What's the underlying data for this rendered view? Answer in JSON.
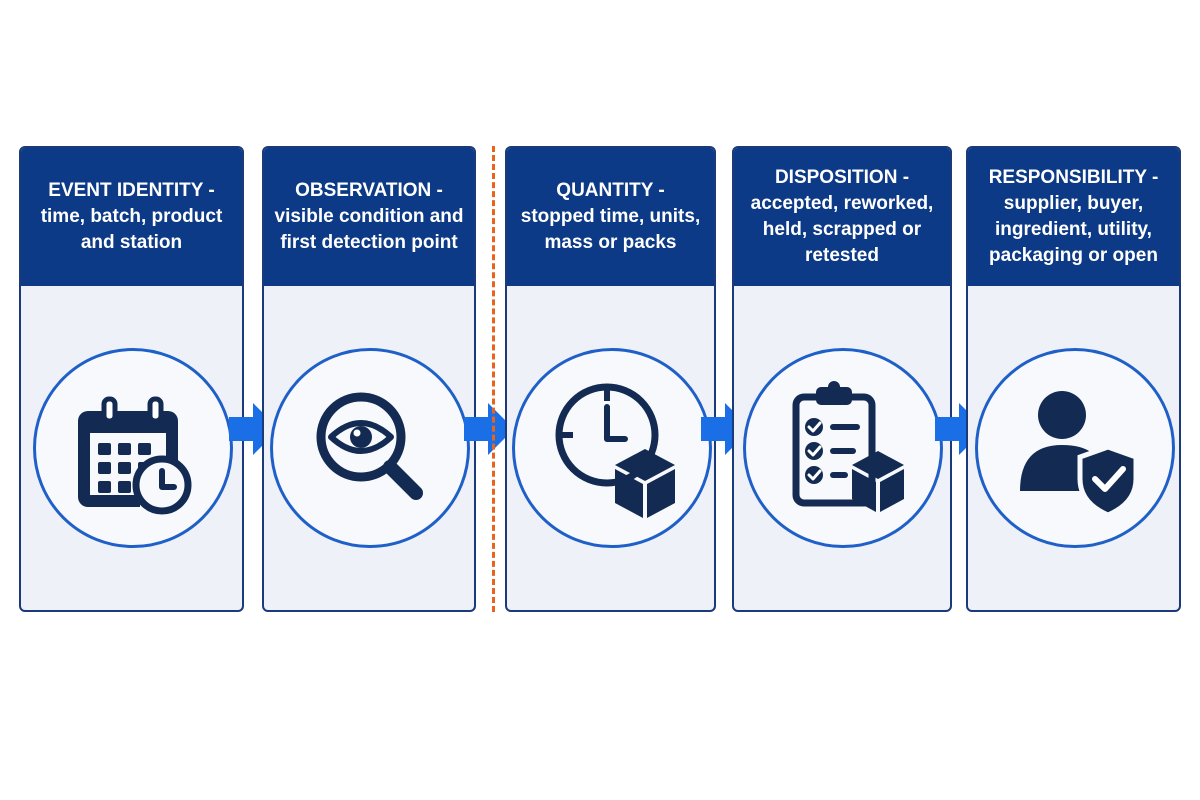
{
  "steps": [
    {
      "title": "EVENT IDENTITY -",
      "lines": [
        "time, batch, product",
        "and station"
      ],
      "icon": "calendar-clock-icon"
    },
    {
      "title": "OBSERVATION -",
      "lines": [
        "visible condition and",
        "first detection point"
      ],
      "icon": "magnifier-eye-icon"
    },
    {
      "title": "QUANTITY -",
      "lines": [
        "stopped time, units,",
        "mass or packs"
      ],
      "icon": "clock-box-icon"
    },
    {
      "title": "DISPOSITION -",
      "lines": [
        "accepted, reworked,",
        "held, scrapped or",
        "retested"
      ],
      "icon": "clipboard-checklist-box-icon"
    },
    {
      "title": "RESPONSIBILITY -",
      "lines": [
        "supplier, buyer,",
        "ingredient, utility,",
        "packaging or open"
      ],
      "icon": "person-shield-icon"
    }
  ],
  "colors": {
    "header": "#0c3a86",
    "card_body": "#eef1f7",
    "circle_stroke": "#1f5fc8",
    "arrow": "#1a6ee6",
    "icon": "#132a52",
    "divider": "#e8641e"
  }
}
